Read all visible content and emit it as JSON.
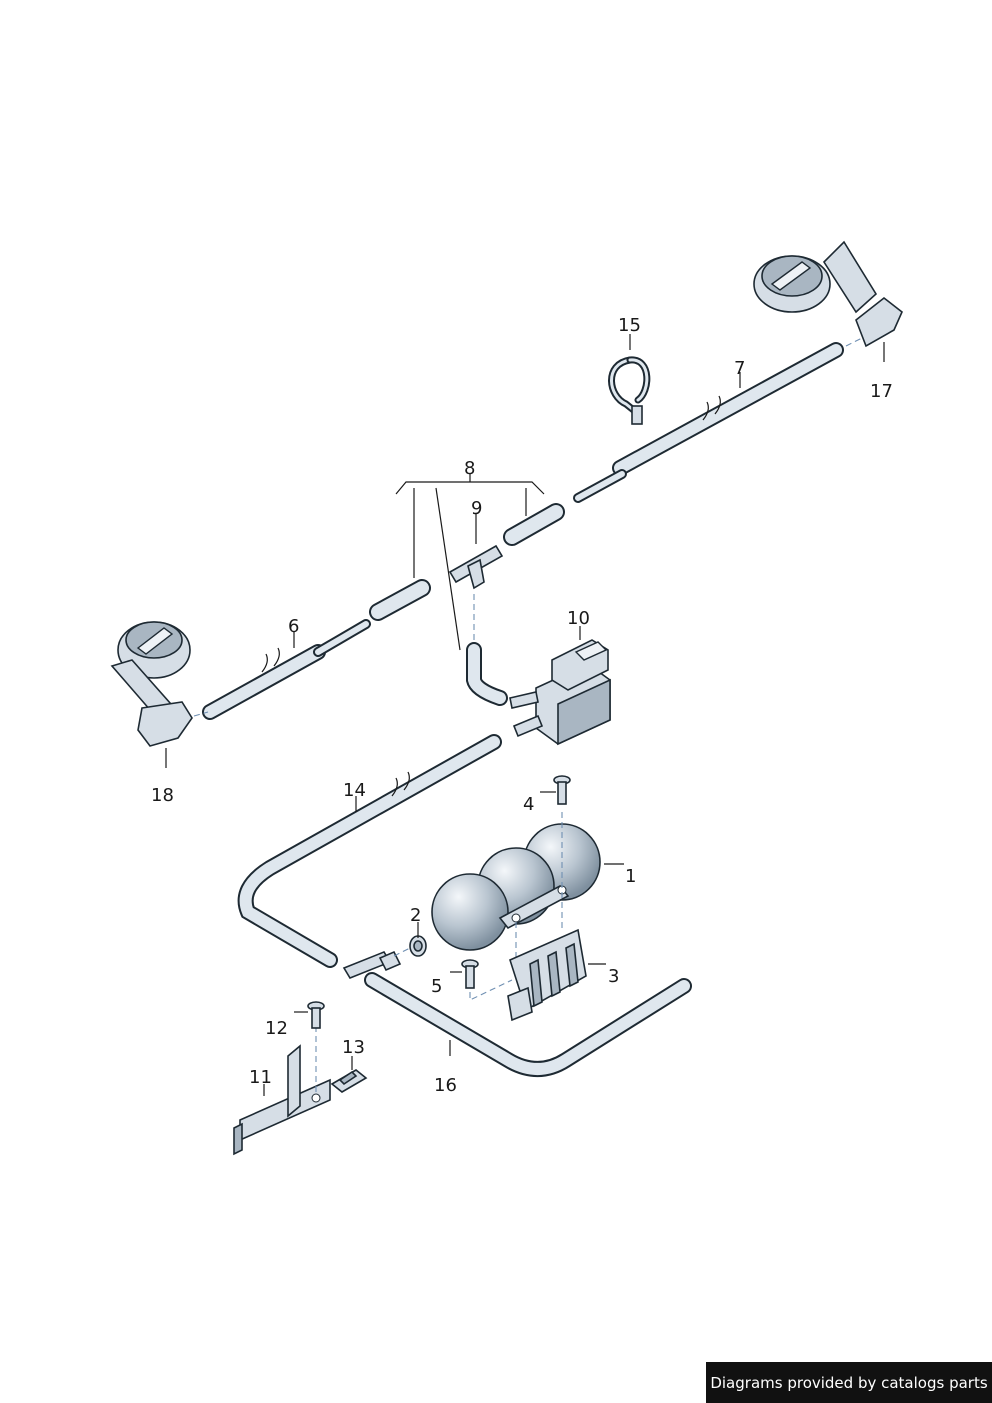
{
  "diagram": {
    "callouts": [
      "1",
      "2",
      "3",
      "4",
      "5",
      "6",
      "7",
      "8",
      "9",
      "10",
      "11",
      "12",
      "13",
      "14",
      "15",
      "16",
      "17",
      "18"
    ]
  },
  "footer": {
    "credit": "Diagrams provided by catalogs parts"
  },
  "colors": {
    "line": "#1e2a33",
    "part_fill": "#d6dee6",
    "dash": "#6f8fb2",
    "footer_bg": "#111111"
  }
}
